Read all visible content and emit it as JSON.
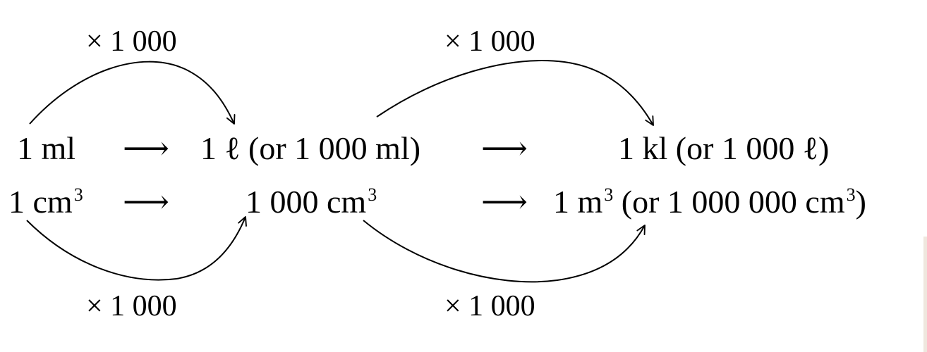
{
  "row_top": {
    "unit_1": "1 ml",
    "unit_2": "1 ℓ (or 1 000 ml)",
    "unit_3": "1 kl (or 1 000 ℓ)"
  },
  "row_bottom": {
    "unit_1_base": "1 cm",
    "unit_1_exp": "3",
    "unit_2_base": "1 000 cm",
    "unit_2_exp": "3",
    "unit_3_base": "1 m",
    "unit_3_exp": "3",
    "unit_3_mid": " (or 1 000 000 cm",
    "unit_3_mid_exp": "3",
    "unit_3_end": ")"
  },
  "arrow_symbol": "⟶",
  "factors": {
    "top_left": "× 1 000",
    "top_right": "× 1 000",
    "bottom_left": "× 1 000",
    "bottom_right": "× 1 000"
  }
}
